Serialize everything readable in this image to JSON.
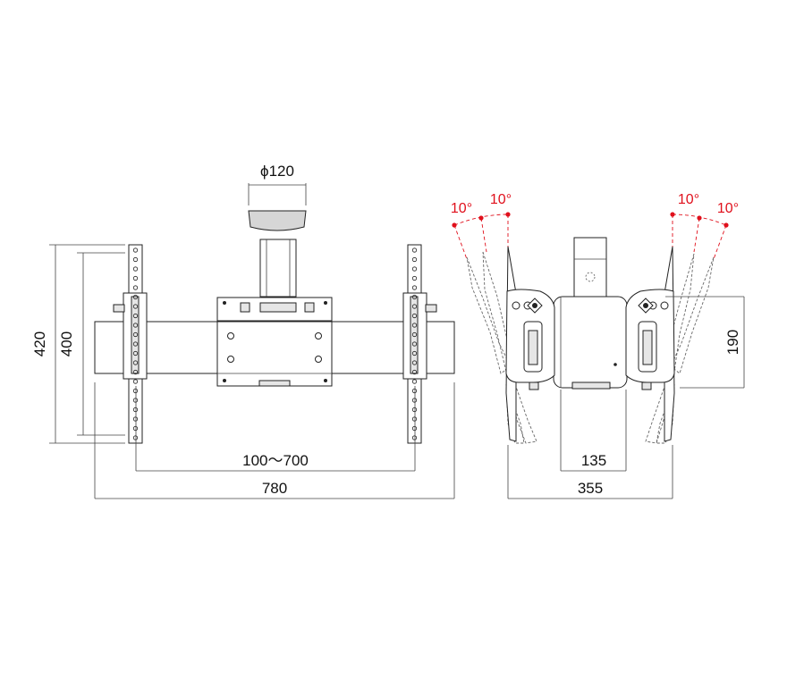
{
  "diagram": {
    "front_view": {
      "pole_diameter": "ϕ120",
      "height_outer": "420",
      "height_inner": "400",
      "rail_span": "100〜700",
      "total_width": "780"
    },
    "side_view": {
      "tilt_left_outer": "10°",
      "tilt_left_inner": "10°",
      "tilt_right_inner": "10°",
      "tilt_right_outer": "10°",
      "arm_depth": "190",
      "body_width": "135",
      "total_depth": "355"
    }
  },
  "colors": {
    "angle_annotation": "#e0101c",
    "line": "#222222"
  }
}
